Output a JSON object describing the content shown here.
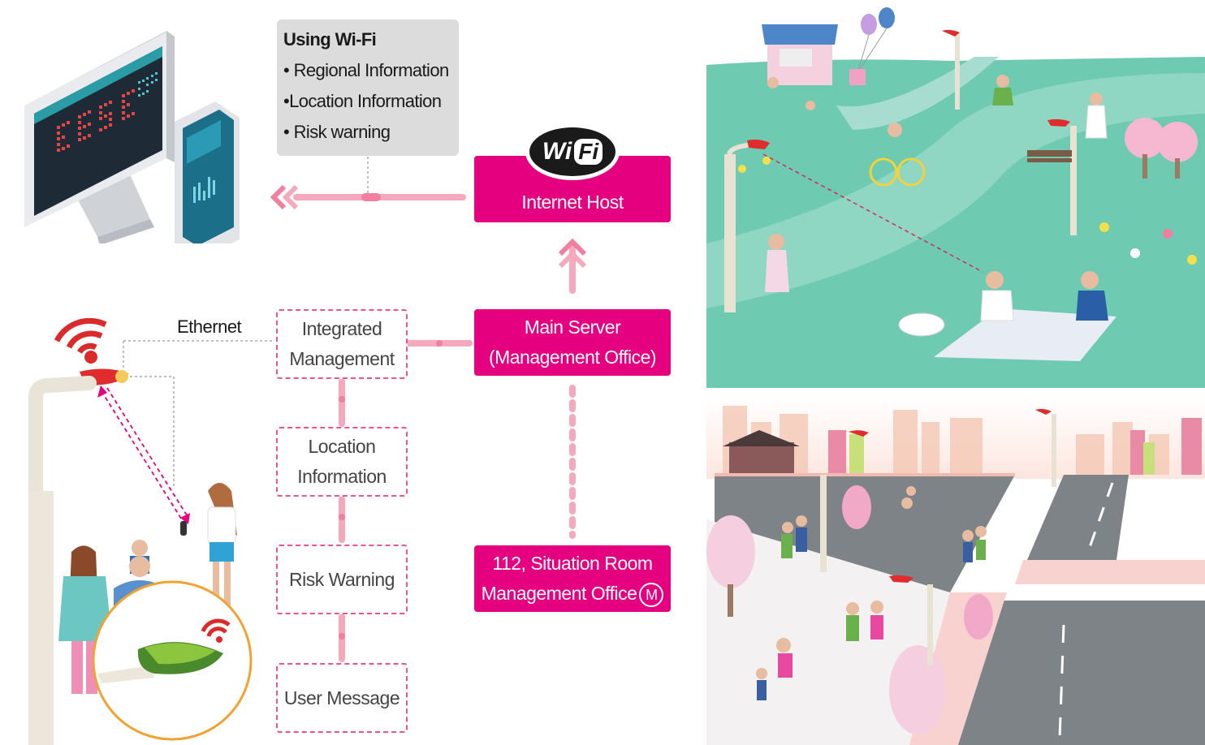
{
  "wifi_panel": {
    "title": "Using Wi-Fi",
    "items": [
      "• Regional Information",
      "•Location Information",
      "• Risk warning"
    ]
  },
  "wifi_logo": {
    "left": "Wi",
    "right": "Fi"
  },
  "boxes": {
    "internet_host": "Internet Host",
    "main_server": [
      "Main Server",
      "(Management Office)"
    ],
    "situation_room": [
      "112, Situation Room",
      "Management Office"
    ],
    "situation_badge": "M",
    "integrated": [
      "Integrated",
      "Management"
    ],
    "location": [
      "Location",
      "Information"
    ],
    "risk": "Risk Warning",
    "user_message": "User Message"
  },
  "labels": {
    "ethernet": "Ethernet"
  },
  "colors": {
    "accent": "#e4007f",
    "arrow": "#f6a9bd",
    "park": "#6fcab2",
    "highlight": "#f0a332"
  },
  "icons": [
    "monitor-icon",
    "smartphone-icon",
    "streetlight-icon",
    "wifi-signal-icon",
    "sensor-device-icon"
  ]
}
